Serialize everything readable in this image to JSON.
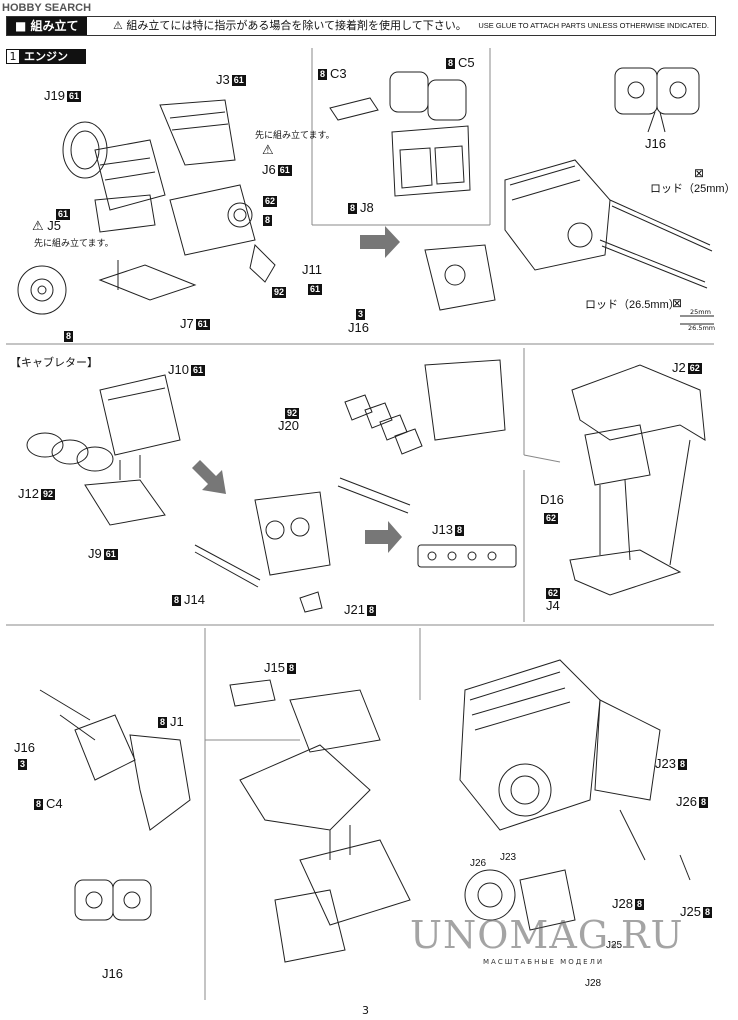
{
  "logo": "HOBBY SEARCH",
  "header": {
    "title": "組み立て",
    "notice_jp": "組み立てには特に指示がある場合を除いて接着剤を使用して下さい。",
    "notice_en": "USE GLUE TO ATTACH PARTS UNLESS OTHERWISE INDICATED."
  },
  "section1": {
    "number": "1",
    "title": "エンジン"
  },
  "engine": {
    "notes": {
      "first_assemble_a": "先に組み立てます。",
      "first_assemble_b": "先に組み立てます。"
    },
    "parts": {
      "j19": "J19",
      "j3": "J3",
      "j6": "J6",
      "j5": "J5",
      "j7": "J7",
      "j11": "J11",
      "c3": "C3",
      "c5": "C5",
      "j8": "J8",
      "j16a": "J16",
      "j16b": "J16"
    },
    "badges": {
      "b61_j19": "61",
      "b61_j3": "61",
      "b61_j6": "61",
      "b62": "62",
      "b8_gear": "8",
      "b61_j5": "61",
      "b8_side": "8",
      "b92_j11": "92",
      "b61_j11": "61",
      "b61_j7": "61",
      "b8_c3": "8",
      "b8_c5": "8",
      "b8_j8": "8",
      "b3_j16": "3"
    },
    "rods": {
      "rod25": "ロッド（25mm）",
      "rod265": "ロッド（26.5mm）",
      "scale25": "25mm",
      "scale265": "26.5mm"
    }
  },
  "carb": {
    "title": "【キャブレター】",
    "parts": {
      "j10": "J10",
      "j12": "J12",
      "j9": "J9",
      "j20": "J20",
      "j13": "J13",
      "j14": "J14",
      "j21": "J21",
      "j2": "J2",
      "d16": "D16",
      "j4": "J4"
    },
    "badges": {
      "b61_j10": "61",
      "b92_j12": "92",
      "b61_j9": "61",
      "b92_j20": "92",
      "b8_j13": "8",
      "b8_j14": "8",
      "b8_j21": "8",
      "b62_j2": "62",
      "b62_d16": "62",
      "b62_j4": "62"
    }
  },
  "bottom": {
    "parts": {
      "j16c": "J16",
      "j1": "J1",
      "c4": "C4",
      "j16d": "J16",
      "j15": "J15",
      "j23": "J23",
      "j26": "J26",
      "j28": "J28",
      "j25": "J25",
      "j26b": "J26",
      "j23b": "J23",
      "j25b": "J25",
      "j28b": "J28"
    },
    "badges": {
      "b3_j16c": "3",
      "b8_j1": "8",
      "b8_c4": "8",
      "b8_j15": "8",
      "b8_j23": "8",
      "b8_j26": "8",
      "b8_j28": "8",
      "b8_j25": "8"
    }
  },
  "watermark": {
    "main": "UNOMAG.RU",
    "sub": "МАСШТАБНЫЕ МОДЕЛИ"
  },
  "page_number": "3"
}
